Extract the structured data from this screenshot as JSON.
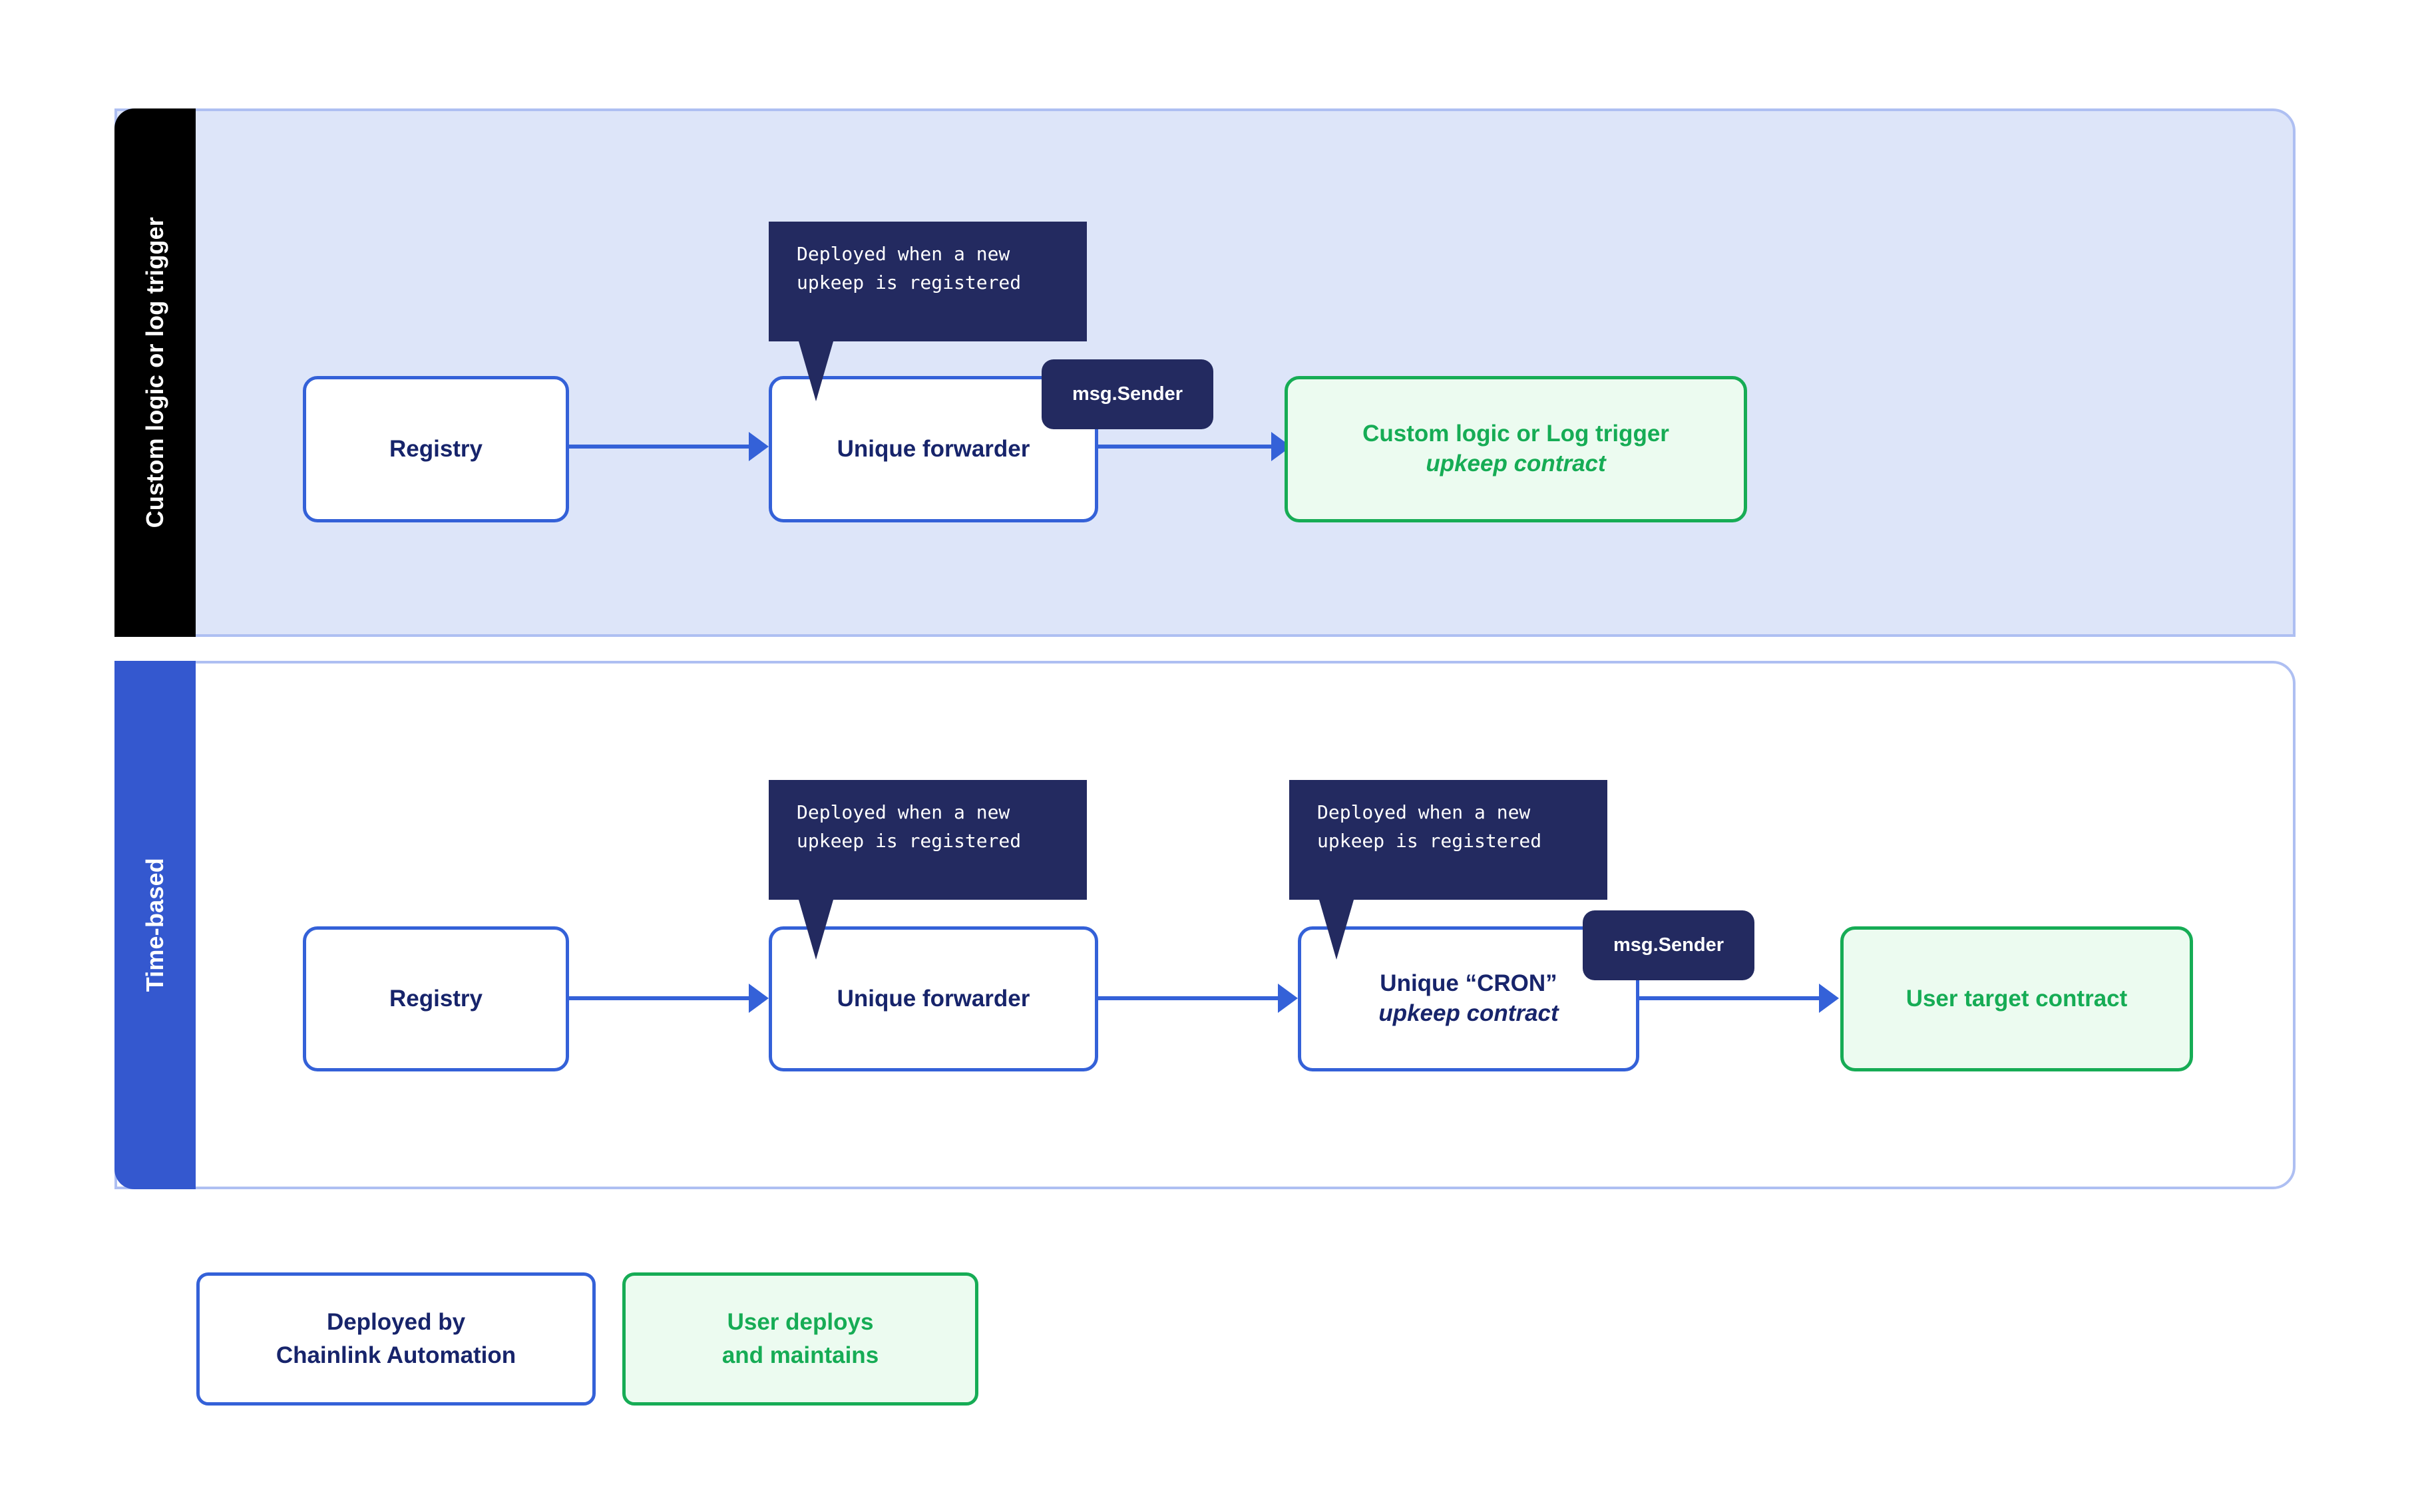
{
  "diagram": {
    "sections": [
      {
        "tab_label": "Custom logic or log trigger",
        "tab_color": "#000000",
        "panel_fill": "#dde5f9",
        "nodes": [
          {
            "label": "Registry",
            "style": "blue"
          },
          {
            "label": "Unique forwarder",
            "style": "blue"
          },
          {
            "line1": "Custom logic or Log trigger",
            "line2": "upkeep contract",
            "style": "green"
          }
        ],
        "callouts": [
          {
            "line1": "Deployed when a new",
            "line2": "upkeep is registered"
          }
        ],
        "pills": [
          {
            "label": "msg.Sender"
          }
        ]
      },
      {
        "tab_label": "Time-based",
        "tab_color": "#3458cf",
        "panel_fill": "#ffffff",
        "nodes": [
          {
            "label": "Registry",
            "style": "blue"
          },
          {
            "label": "Unique forwarder",
            "style": "blue"
          },
          {
            "line1": "Unique “CRON”",
            "line2": "upkeep contract",
            "style": "blue"
          },
          {
            "label": "User target contract",
            "style": "green"
          }
        ],
        "callouts": [
          {
            "line1": "Deployed when a new",
            "line2": "upkeep is registered"
          },
          {
            "line1": "Deployed when a new",
            "line2": "upkeep is registered"
          }
        ],
        "pills": [
          {
            "label": "msg.Sender"
          }
        ]
      }
    ],
    "legend": [
      {
        "line1": "Deployed by",
        "line2": "Chainlink Automation",
        "style": "blue"
      },
      {
        "line1": "User deploys",
        "line2": "and maintains",
        "style": "green"
      }
    ],
    "colors": {
      "accent_blue": "#3461d8",
      "navy_text": "#17246b",
      "green": "#16ac55",
      "green_fill": "#ecfbf0",
      "panel_blue_fill": "#dde5f9",
      "panel_border": "#aebff2",
      "callout_navy": "#232a60",
      "tab_blue": "#3458cf",
      "tab_black": "#000000"
    }
  }
}
